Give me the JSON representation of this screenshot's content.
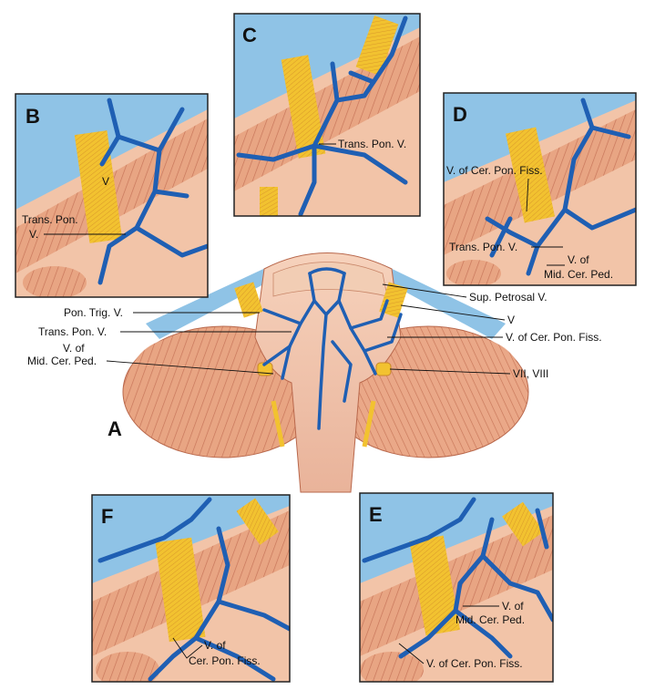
{
  "panels": {
    "A": {
      "letter": "A",
      "labels": {
        "pon_trig_v": "Pon. Trig. V.",
        "trans_pon_v": "Trans. Pon. V.",
        "v_of_mid_cer_ped_line1": "V. of",
        "v_of_mid_cer_ped_line2": "Mid. Cer. Ped.",
        "sup_petrosal_v": "Sup. Petrosal V.",
        "v": "V",
        "v_of_cer_pon_fiss": "V. of Cer. Pon. Fiss.",
        "vii_viii": "VII, VIII"
      }
    },
    "B": {
      "letter": "B",
      "labels": {
        "v": "V",
        "trans_pon_line1": "Trans. Pon.",
        "trans_pon_line2": "V."
      }
    },
    "C": {
      "letter": "C",
      "labels": {
        "trans_pon_v": "Trans. Pon. V."
      }
    },
    "D": {
      "letter": "D",
      "labels": {
        "v_of_cer_pon_fiss": "V. of Cer. Pon. Fiss.",
        "trans_pon_v": "Trans. Pon. V.",
        "v_of_line1": "V. of",
        "v_of_line2": "Mid. Cer. Ped."
      }
    },
    "E": {
      "letter": "E",
      "labels": {
        "v_of_line1": "V. of",
        "v_of_line2": "Mid. Cer. Ped.",
        "v_of_cer_pon_fiss": "V. of Cer. Pon. Fiss."
      }
    },
    "F": {
      "letter": "F",
      "labels": {
        "v_of_line1": "V. of",
        "v_of_line2": "Cer. Pon. Fiss."
      }
    }
  },
  "colors": {
    "vein": "#1f5fb3",
    "nerve": "#f2c230",
    "brainstem": "#f0b89a",
    "cerebellum": "#e89a78",
    "background_sky": "#8fc3e6"
  }
}
